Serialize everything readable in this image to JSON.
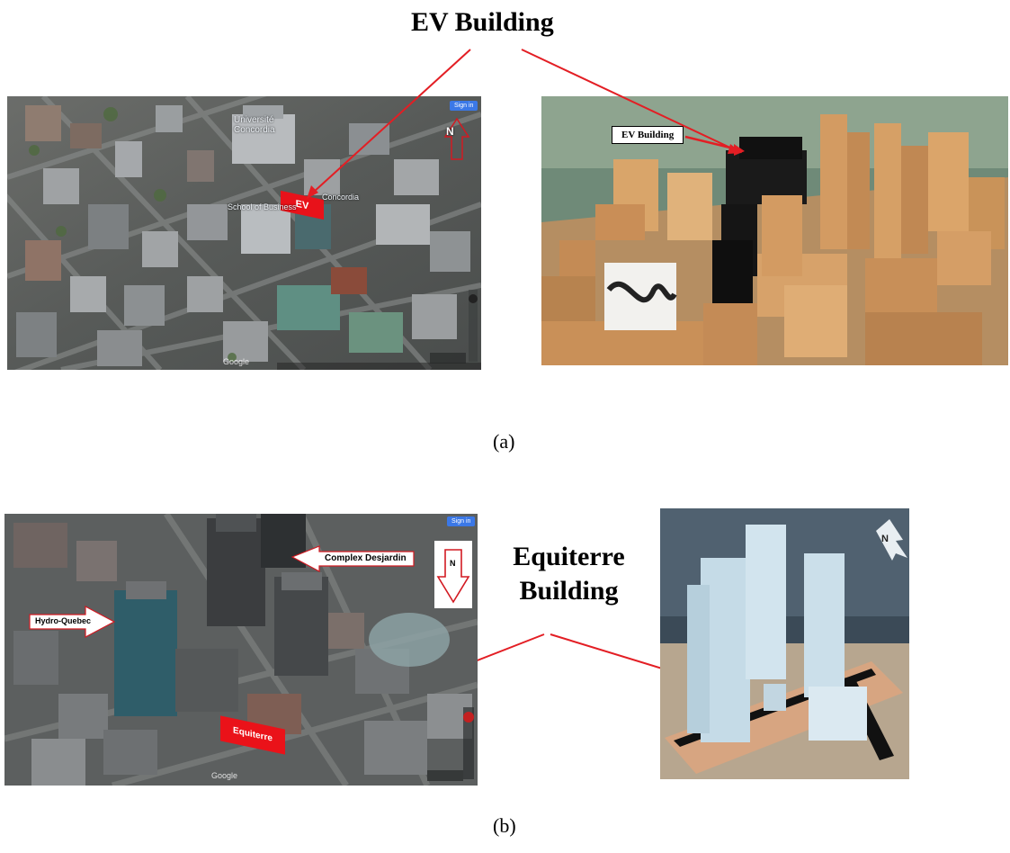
{
  "figure": {
    "top_label": "EV Building",
    "sub_a": "(a)",
    "sub_b": "(b)",
    "equiterre_label_line1": "Equiterre",
    "equiterre_label_line2": "Building"
  },
  "panel_a_map": {
    "sign_in": "Sign in",
    "university_label": "Université Concordia",
    "ev_badge": "EV",
    "school_label": "School of Business",
    "concordia_label": "Concordia",
    "north": "N",
    "google": "Google"
  },
  "panel_a_model": {
    "label": "EV Building"
  },
  "panel_b_map": {
    "sign_in": "Sign in",
    "complex_label": "Complex Desjardin",
    "hydro_label": "Hydro-Quebec",
    "equiterre_badge": "Equiterre",
    "north": "N",
    "google": "Google"
  },
  "panel_b_model": {
    "north": "N"
  },
  "colors": {
    "annotation_red": "#e31e24",
    "badge_red": "#e8121a",
    "sign_in_blue": "#3b78e7"
  }
}
